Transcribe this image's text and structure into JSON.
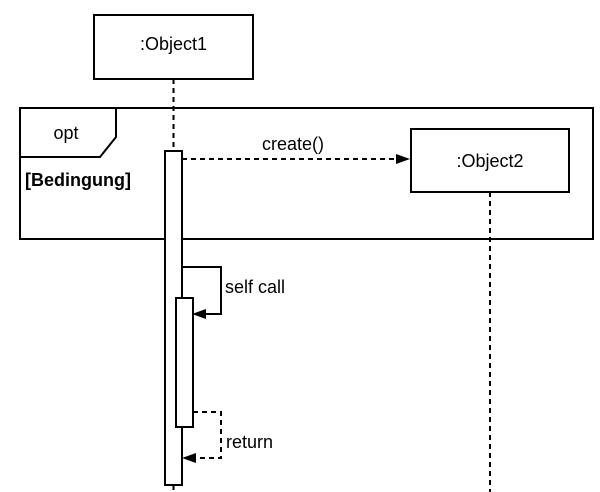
{
  "diagram": {
    "kind": "uml-sequence-diagram",
    "colors": {
      "stroke": "#000000",
      "background": "#ffffff"
    },
    "lifelines": [
      {
        "label": ":Object1"
      },
      {
        "label": ":Object2"
      }
    ],
    "fragment": {
      "operator": "opt",
      "guard": "[Bedingung]"
    },
    "messages": [
      {
        "label": "create()",
        "line_style": "dashed",
        "from": ":Object1",
        "to": ":Object2"
      },
      {
        "label": "self call",
        "line_style": "solid",
        "from": ":Object1",
        "to": ":Object1"
      },
      {
        "label": "return",
        "line_style": "dashed",
        "from": ":Object1",
        "to": ":Object1"
      }
    ]
  }
}
